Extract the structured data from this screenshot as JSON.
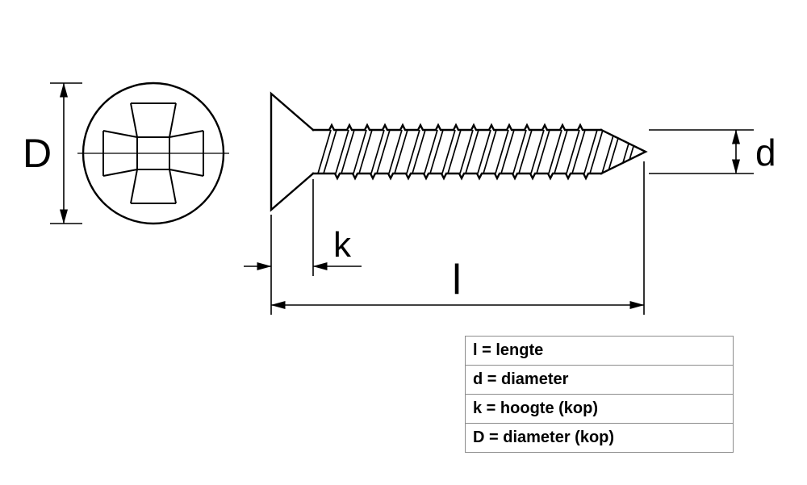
{
  "labels": {
    "D": "D",
    "d": "d",
    "k": "k",
    "l": "l"
  },
  "legend": {
    "rows": [
      "l = lengte",
      "d = diameter",
      "k = hoogte (kop)",
      "D = diameter (kop)"
    ]
  },
  "colors": {
    "line": "#000000",
    "background": "#ffffff",
    "legend_border": "#8c8c8c"
  }
}
